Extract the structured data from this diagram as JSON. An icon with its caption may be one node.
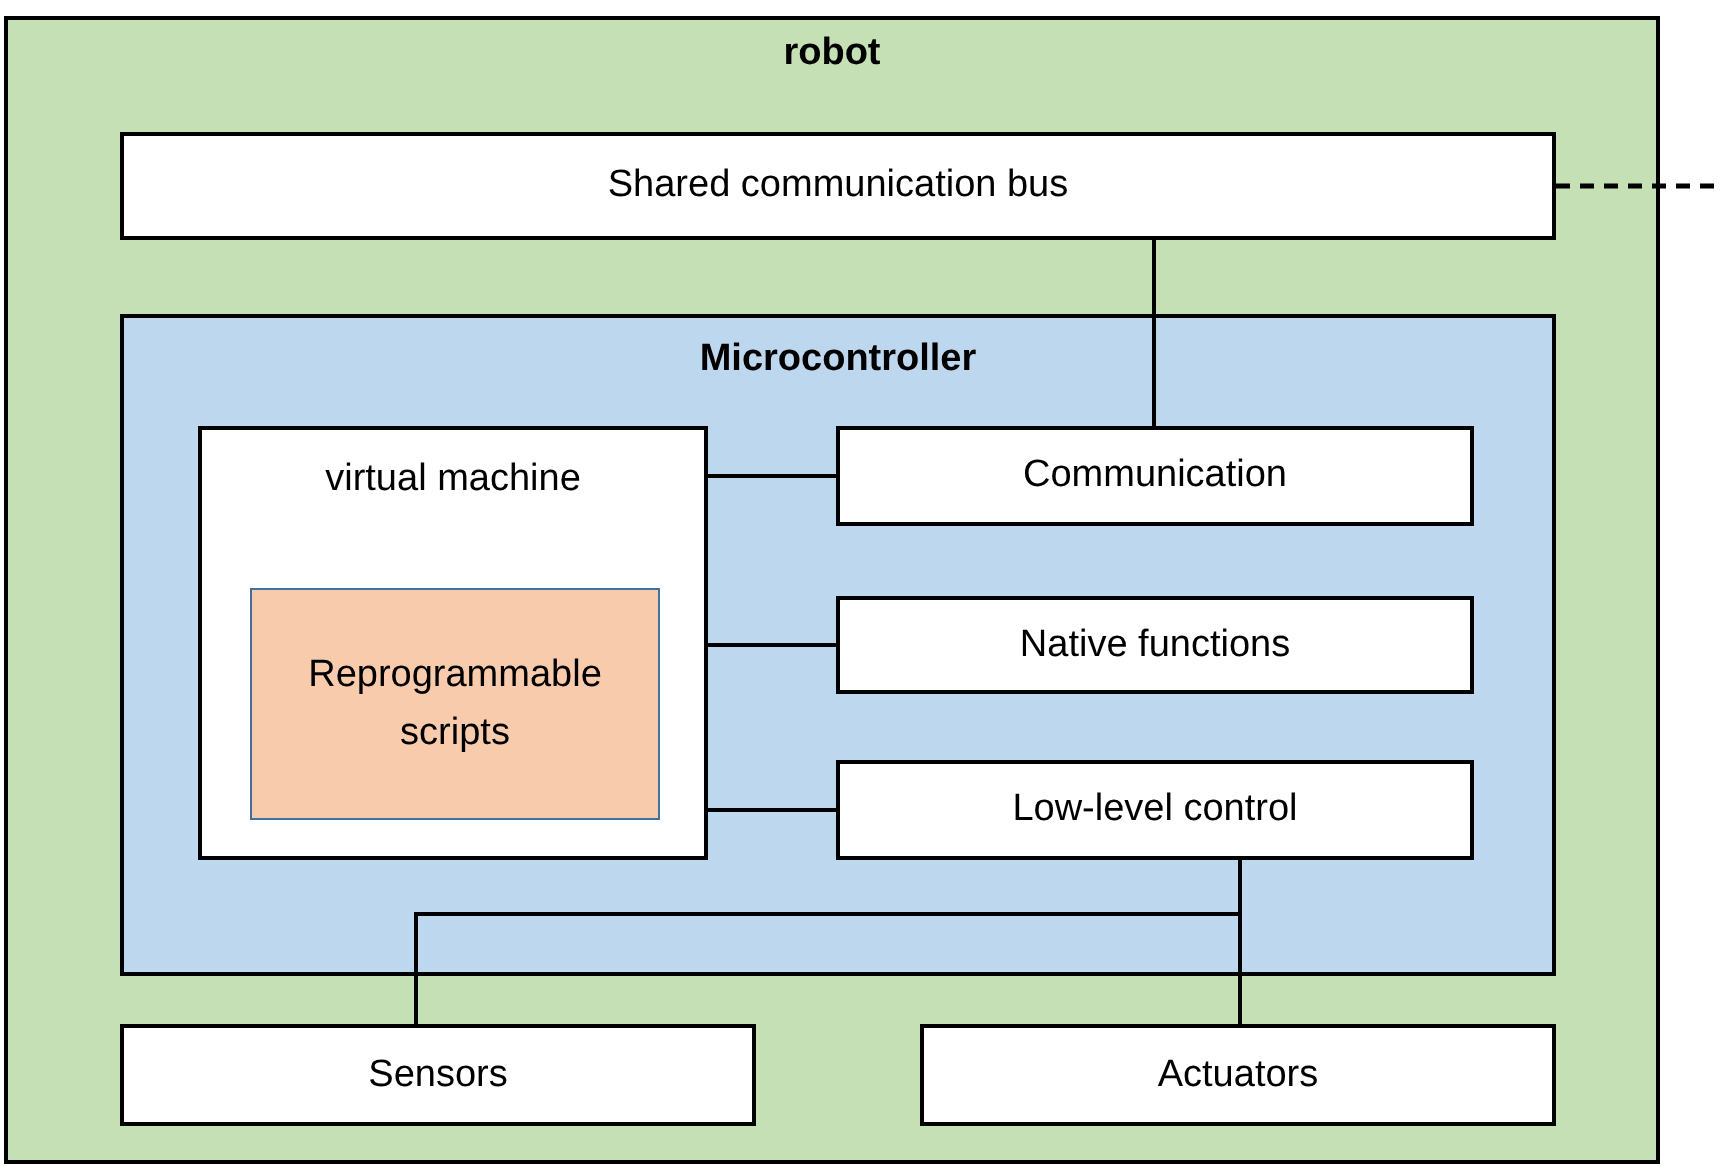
{
  "diagram": {
    "nodes": [
      {
        "text": [
          "robot"
        ]
      },
      {
        "text": [
          "Shared communication bus"
        ],
        "in": 0
      },
      {
        "text": [
          "Microcontroller"
        ],
        "in": 0
      },
      {
        "text": [
          "virtual machine"
        ],
        "in": 2
      },
      {
        "text": [
          "Reprogrammable scripts"
        ],
        "in": 3
      },
      {
        "text": [
          "Communication"
        ],
        "in": 2
      },
      {
        "text": [
          "Native functions"
        ],
        "in": 2
      },
      {
        "text": [
          "Low-level control"
        ],
        "in": 2
      },
      {
        "text": [
          "Sensors"
        ],
        "in": 0
      },
      {
        "text": [
          "Actuators"
        ],
        "in": 0
      }
    ],
    "edges": [
      {
        "from": 1,
        "to": null,
        "arrow": "none",
        "style": "dashed"
      },
      {
        "from": 1,
        "to": 5,
        "arrow": "none"
      },
      {
        "from": 3,
        "to": 5,
        "arrow": "none"
      },
      {
        "from": 3,
        "to": 6,
        "arrow": "none"
      },
      {
        "from": 3,
        "to": 7,
        "arrow": "none"
      },
      {
        "from": 7,
        "to": 8,
        "arrow": "none"
      },
      {
        "from": 7,
        "to": 9,
        "arrow": "none"
      }
    ]
  }
}
